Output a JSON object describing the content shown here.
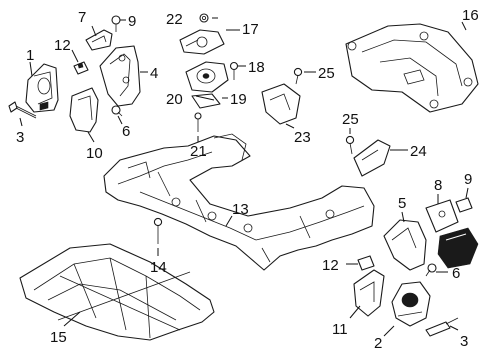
{
  "diagram": {
    "callouts": {
      "c1": "1",
      "c2": "2",
      "c3a": "3",
      "c3b": "3",
      "c4": "4",
      "c5": "5",
      "c6a": "6",
      "c6b": "6",
      "c7": "7",
      "c8": "8",
      "c9a": "9",
      "c9b": "9",
      "c10": "10",
      "c11": "11",
      "c12a": "12",
      "c12b": "12",
      "c13": "13",
      "c14": "14",
      "c15": "15",
      "c16": "16",
      "c17": "17",
      "c18": "18",
      "c19": "19",
      "c20": "20",
      "c21": "21",
      "c22": "22",
      "c23": "23",
      "c24": "24",
      "c25a": "25",
      "c25b": "25"
    }
  }
}
